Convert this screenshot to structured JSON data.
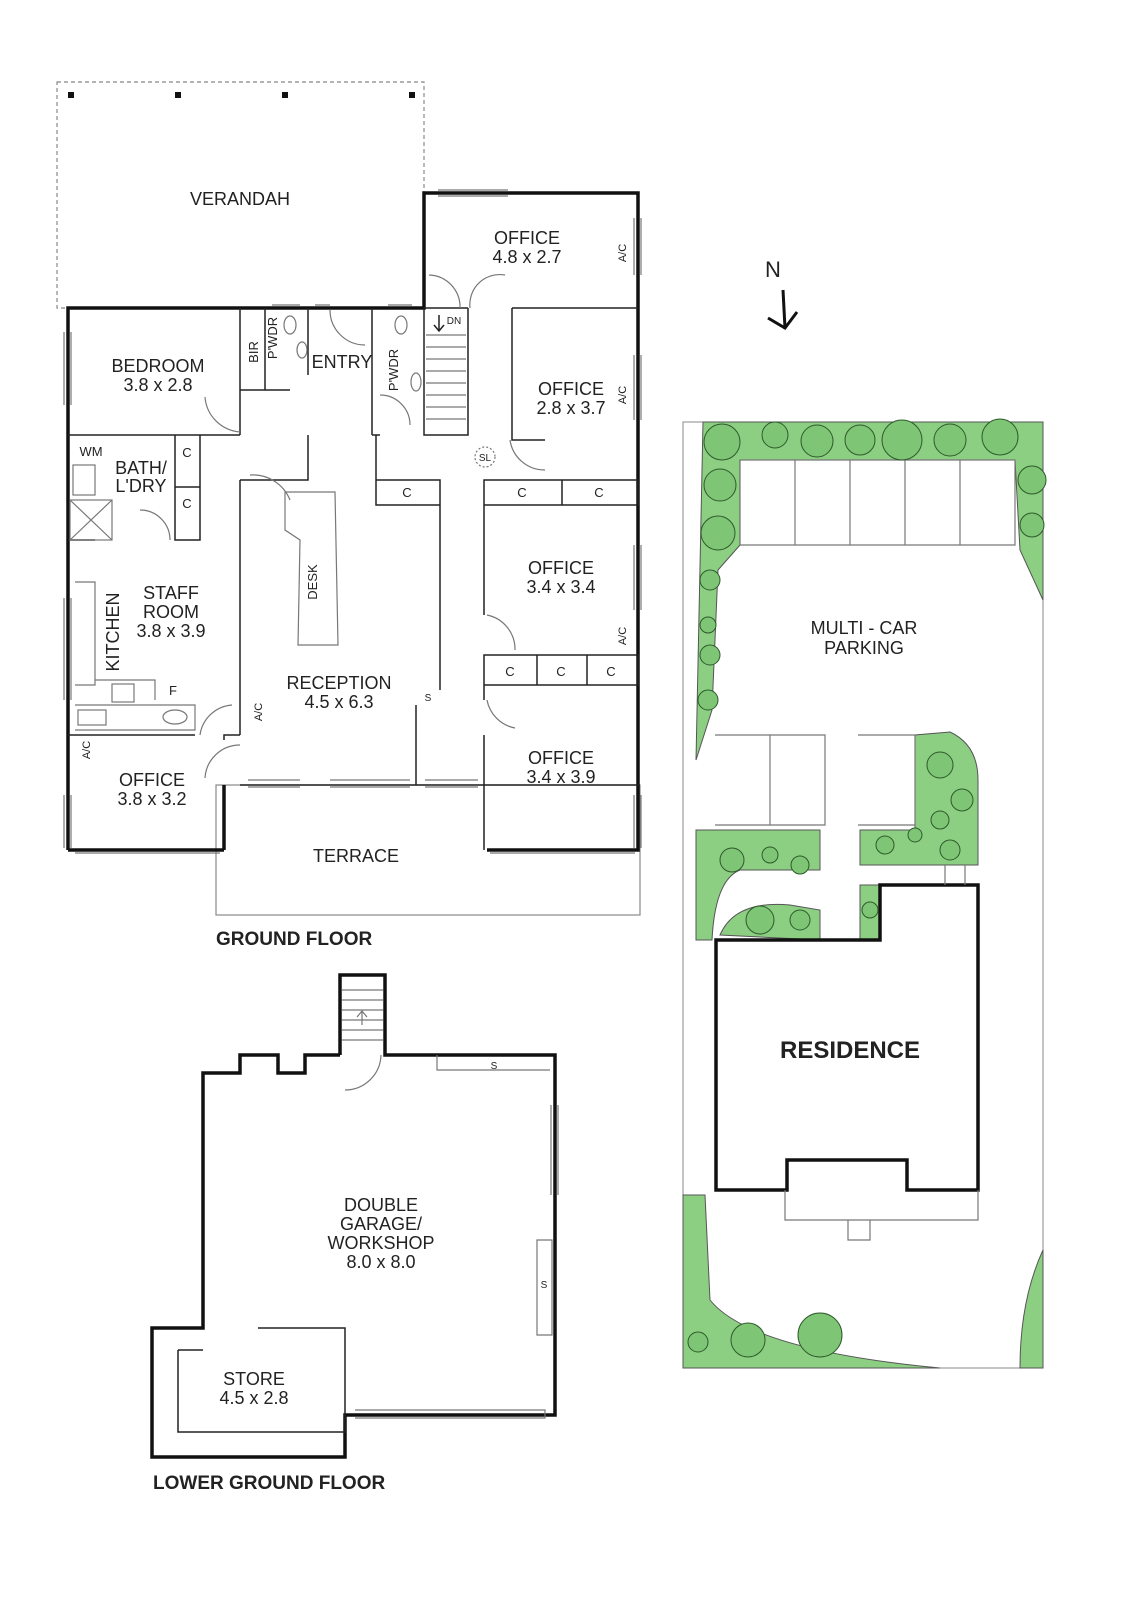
{
  "ground_floor": {
    "title": "GROUND FLOOR",
    "rooms": {
      "verandah": "VERANDAH",
      "bedroom": {
        "name": "BEDROOM",
        "size": "3.8 x 2.8"
      },
      "bir": "BIR",
      "pwdr1": "P'WDR",
      "entry": "ENTRY",
      "pwdr2": "P'WDR",
      "office_a": {
        "name": "OFFICE",
        "size": "4.8 x 2.7"
      },
      "office_b": {
        "name": "OFFICE",
        "size": "2.8 x 3.7"
      },
      "office_c": {
        "name": "OFFICE",
        "size": "3.4 x 3.4"
      },
      "office_d": {
        "name": "OFFICE",
        "size": "3.4 x 3.9"
      },
      "office_e": {
        "name": "OFFICE",
        "size": "3.8 x 3.2"
      },
      "bath": {
        "line1": "BATH/",
        "line2": "L'DRY"
      },
      "staff": {
        "line1": "STAFF",
        "line2": "ROOM",
        "size": "3.8 x 3.9"
      },
      "kitchen": "KITCHEN",
      "reception": {
        "name": "RECEPTION",
        "size": "4.5 x 6.3"
      },
      "terrace": "TERRACE",
      "desk": "DESK"
    },
    "fixtures": {
      "wm": "WM",
      "c": "C",
      "ac": "A/C",
      "dn": "DN",
      "sl": "SL",
      "s": "S",
      "f": "F"
    }
  },
  "lower_ground_floor": {
    "title": "LOWER GROUND FLOOR",
    "garage": {
      "line1": "DOUBLE",
      "line2": "GARAGE/",
      "line3": "WORKSHOP",
      "size": "8.0 x 8.0"
    },
    "store": {
      "name": "STORE",
      "size": "4.5 x 2.8"
    },
    "s": "S"
  },
  "site": {
    "parking": {
      "line1": "MULTI - CAR",
      "line2": "PARKING"
    },
    "residence": "RESIDENCE"
  },
  "north": "N",
  "colors": {
    "garden": "#8ccf83",
    "wall": "#111111"
  }
}
